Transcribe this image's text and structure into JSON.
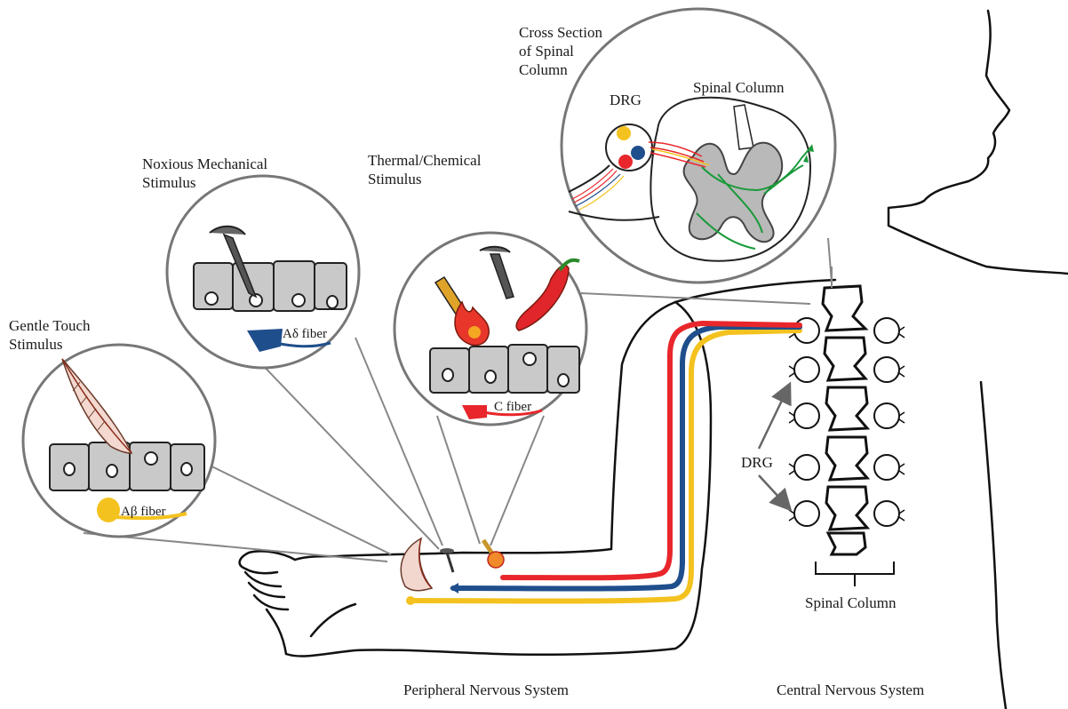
{
  "labels": {
    "gentle_touch": [
      "Gentle Touch",
      "Stimulus"
    ],
    "noxious_mechanical": [
      "Noxious Mechanical",
      "Stimulus"
    ],
    "thermal_chemical": [
      "Thermal/Chemical",
      "Stimulus"
    ],
    "cross_section": [
      "Cross Section",
      "of Spinal",
      "Column"
    ],
    "drg_inset": "DRG",
    "spinal_column_inset": "Spinal Column",
    "abeta_fiber": "Aβ fiber",
    "adelta_fiber": "Aδ fiber",
    "c_fiber": "C fiber",
    "drg_body": "DRG",
    "spinal_column_body": "Spinal Column",
    "peripheral": "Peripheral Nervous System",
    "central": "Central Nervous System"
  },
  "colors": {
    "abeta": "#f4c21f",
    "adelta": "#1f4e8c",
    "c_fiber": "#e8262b",
    "outline": "#111111",
    "circle": "#777777",
    "cell": "#c9c9c9",
    "grey_matter": "#b9b9b9",
    "efferent": "#1a9a3a"
  },
  "icons": [
    "feather-icon",
    "nail-icon",
    "match-icon",
    "chili-icon",
    "flame-icon"
  ]
}
